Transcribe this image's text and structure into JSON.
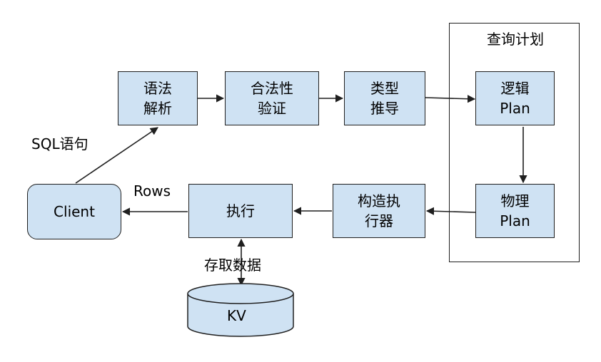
{
  "nodes": {
    "parse": {
      "line1": "语法",
      "line2": "解析"
    },
    "validate": {
      "line1": "合法性",
      "line2": "验证"
    },
    "typecheck": {
      "line1": "类型",
      "line2": "推导"
    },
    "logical_plan": {
      "line1": "逻辑",
      "line2": "Plan"
    },
    "physical_plan": {
      "line1": "物理",
      "line2": "Plan"
    },
    "build_executor": {
      "line1": "构造执",
      "line2": "行器"
    },
    "execute": {
      "line1": "执行"
    },
    "client": {
      "line1": "Client"
    },
    "kv": {
      "line1": "KV"
    }
  },
  "group": {
    "title": "查询计划"
  },
  "edge_labels": {
    "sql": "SQL语句",
    "rows": "Rows",
    "data_access": "存取数据"
  },
  "colors": {
    "node_fill": "#cfe2f3",
    "stroke": "#1f1f1f"
  }
}
